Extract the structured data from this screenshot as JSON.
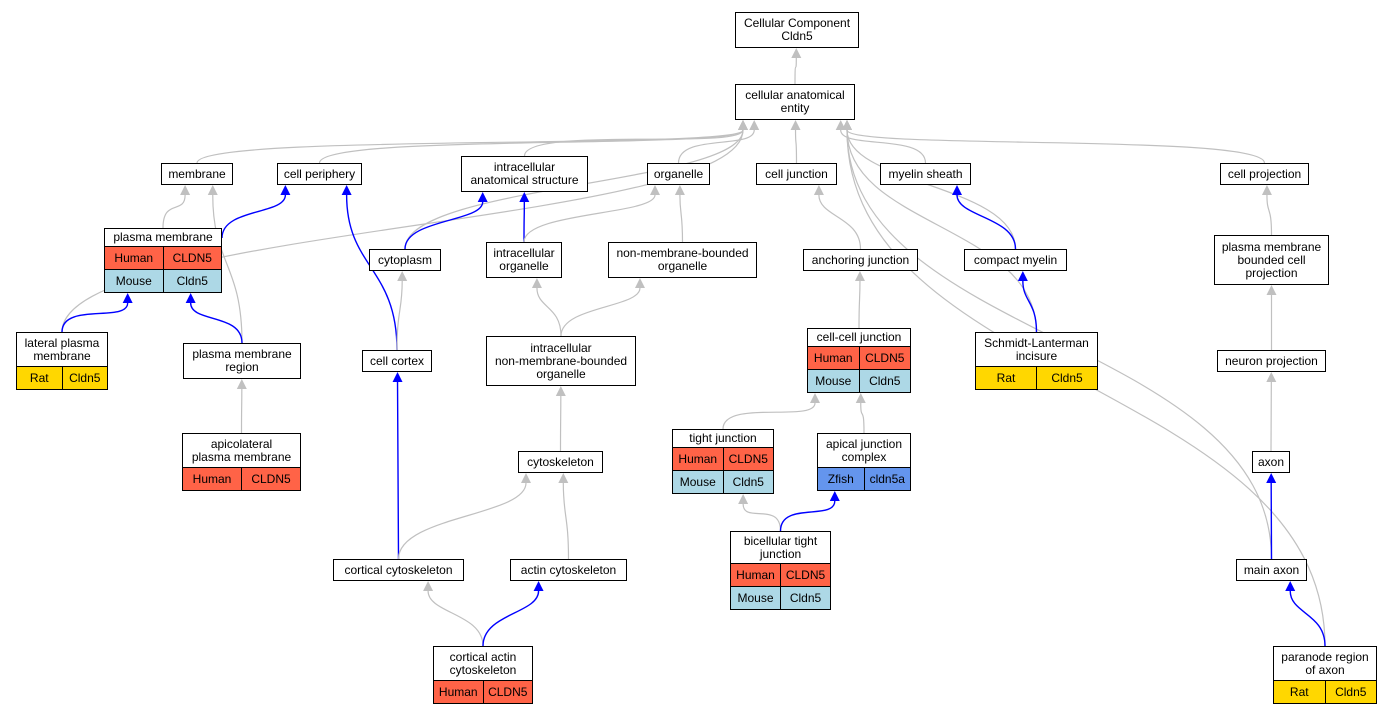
{
  "species_colors": {
    "Human": "#ff6347",
    "Mouse": "#add8e6",
    "Rat": "#ffd700",
    "Zfish": "#6495ed"
  },
  "edge_colors": {
    "is_a": "#c0c0c0",
    "part_of": "#0000ff"
  },
  "nodes": [
    {
      "id": "cc",
      "label": "Cellular Component\nCldn5",
      "rows": []
    },
    {
      "id": "cae",
      "label": "cellular anatomical\nentity",
      "rows": []
    },
    {
      "id": "membrane",
      "label": "membrane",
      "rows": []
    },
    {
      "id": "cellperiph",
      "label": "cell periphery",
      "rows": []
    },
    {
      "id": "ias",
      "label": "intracellular\nanatomical structure",
      "rows": []
    },
    {
      "id": "organelle",
      "label": "organelle",
      "rows": []
    },
    {
      "id": "celljunction",
      "label": "cell junction",
      "rows": []
    },
    {
      "id": "myelin",
      "label": "myelin sheath",
      "rows": []
    },
    {
      "id": "cellproj",
      "label": "cell projection",
      "rows": []
    },
    {
      "id": "pm",
      "label": "plasma membrane",
      "rows": [
        [
          "Human",
          "CLDN5"
        ],
        [
          "Mouse",
          "Cldn5"
        ]
      ]
    },
    {
      "id": "cytoplasm",
      "label": "cytoplasm",
      "rows": []
    },
    {
      "id": "intorg",
      "label": "intracellular\norganelle",
      "rows": []
    },
    {
      "id": "nmbo",
      "label": "non-membrane-bounded\norganelle",
      "rows": []
    },
    {
      "id": "anchor",
      "label": "anchoring junction",
      "rows": []
    },
    {
      "id": "compact",
      "label": "compact myelin",
      "rows": []
    },
    {
      "id": "pmbcp",
      "label": "plasma membrane\nbounded cell\nprojection",
      "rows": []
    },
    {
      "id": "lpm",
      "label": "lateral plasma\nmembrane",
      "rows": [
        [
          "Rat",
          "Cldn5"
        ]
      ]
    },
    {
      "id": "pmr",
      "label": "plasma membrane\nregion",
      "rows": []
    },
    {
      "id": "cortex",
      "label": "cell cortex",
      "rows": []
    },
    {
      "id": "inmbo",
      "label": "intracellular\nnon-membrane-bounded\norganelle",
      "rows": []
    },
    {
      "id": "ccj",
      "label": "cell-cell junction",
      "rows": [
        [
          "Human",
          "CLDN5"
        ],
        [
          "Mouse",
          "Cldn5"
        ]
      ]
    },
    {
      "id": "sli",
      "label": "Schmidt-Lanterman\nincisure",
      "rows": [
        [
          "Rat",
          "Cldn5"
        ]
      ]
    },
    {
      "id": "neuronproj",
      "label": "neuron projection",
      "rows": []
    },
    {
      "id": "apm",
      "label": "apicolateral\nplasma membrane",
      "rows": [
        [
          "Human",
          "CLDN5"
        ]
      ]
    },
    {
      "id": "tj",
      "label": "tight junction",
      "rows": [
        [
          "Human",
          "CLDN5"
        ],
        [
          "Mouse",
          "Cldn5"
        ]
      ]
    },
    {
      "id": "ajc",
      "label": "apical junction\ncomplex",
      "rows": [
        [
          "Zfish",
          "cldn5a"
        ]
      ]
    },
    {
      "id": "cytoskel",
      "label": "cytoskeleton",
      "rows": []
    },
    {
      "id": "axon",
      "label": "axon",
      "rows": []
    },
    {
      "id": "btj",
      "label": "bicellular tight\njunction",
      "rows": [
        [
          "Human",
          "CLDN5"
        ],
        [
          "Mouse",
          "Cldn5"
        ]
      ]
    },
    {
      "id": "cortcyto",
      "label": "cortical cytoskeleton",
      "rows": []
    },
    {
      "id": "actin",
      "label": "actin cytoskeleton",
      "rows": []
    },
    {
      "id": "mainaxon",
      "label": "main axon",
      "rows": []
    },
    {
      "id": "cac",
      "label": "cortical actin\ncytoskeleton",
      "rows": [
        [
          "Human",
          "CLDN5"
        ]
      ]
    },
    {
      "id": "paranode",
      "label": "paranode region\nof axon",
      "rows": [
        [
          "Rat",
          "Cldn5"
        ]
      ]
    }
  ],
  "edges": [
    {
      "from": "cae",
      "to": "cc",
      "type": "is_a"
    },
    {
      "from": "membrane",
      "to": "cae",
      "type": "is_a"
    },
    {
      "from": "cellperiph",
      "to": "cae",
      "type": "is_a"
    },
    {
      "from": "ias",
      "to": "cae",
      "type": "is_a"
    },
    {
      "from": "organelle",
      "to": "cae",
      "type": "is_a"
    },
    {
      "from": "celljunction",
      "to": "cae",
      "type": "is_a"
    },
    {
      "from": "myelin",
      "to": "cae",
      "type": "is_a"
    },
    {
      "from": "cellproj",
      "to": "cae",
      "type": "is_a"
    },
    {
      "from": "lpm",
      "to": "cae",
      "type": "is_a"
    },
    {
      "from": "cytoplasm",
      "to": "cae",
      "type": "is_a"
    },
    {
      "from": "compact",
      "to": "cae",
      "type": "is_a"
    },
    {
      "from": "sli",
      "to": "cae",
      "type": "is_a"
    },
    {
      "from": "mainaxon",
      "to": "cae",
      "type": "is_a"
    },
    {
      "from": "paranode",
      "to": "cae",
      "type": "is_a"
    },
    {
      "from": "pm",
      "to": "membrane",
      "type": "is_a"
    },
    {
      "from": "pmr",
      "to": "membrane",
      "type": "is_a"
    },
    {
      "from": "pm",
      "to": "cellperiph",
      "type": "part_of"
    },
    {
      "from": "cortex",
      "to": "cellperiph",
      "type": "part_of"
    },
    {
      "from": "cytoplasm",
      "to": "ias",
      "type": "part_of"
    },
    {
      "from": "intorg",
      "to": "ias",
      "type": "part_of"
    },
    {
      "from": "intorg",
      "to": "organelle",
      "type": "is_a"
    },
    {
      "from": "nmbo",
      "to": "organelle",
      "type": "is_a"
    },
    {
      "from": "anchor",
      "to": "celljunction",
      "type": "is_a"
    },
    {
      "from": "compact",
      "to": "myelin",
      "type": "part_of"
    },
    {
      "from": "pmbcp",
      "to": "cellproj",
      "type": "is_a"
    },
    {
      "from": "lpm",
      "to": "pm",
      "type": "part_of"
    },
    {
      "from": "pmr",
      "to": "pm",
      "type": "part_of"
    },
    {
      "from": "cortex",
      "to": "cytoplasm",
      "type": "is_a"
    },
    {
      "from": "inmbo",
      "to": "intorg",
      "type": "is_a"
    },
    {
      "from": "inmbo",
      "to": "nmbo",
      "type": "is_a"
    },
    {
      "from": "ccj",
      "to": "anchor",
      "type": "is_a"
    },
    {
      "from": "sli",
      "to": "compact",
      "type": "part_of"
    },
    {
      "from": "neuronproj",
      "to": "pmbcp",
      "type": "is_a"
    },
    {
      "from": "apm",
      "to": "pmr",
      "type": "is_a"
    },
    {
      "from": "cytoskel",
      "to": "inmbo",
      "type": "is_a"
    },
    {
      "from": "tj",
      "to": "ccj",
      "type": "is_a"
    },
    {
      "from": "ajc",
      "to": "ccj",
      "type": "is_a"
    },
    {
      "from": "axon",
      "to": "neuronproj",
      "type": "is_a"
    },
    {
      "from": "cortcyto",
      "to": "cortex",
      "type": "part_of"
    },
    {
      "from": "cortcyto",
      "to": "cytoskel",
      "type": "is_a"
    },
    {
      "from": "actin",
      "to": "cytoskel",
      "type": "is_a"
    },
    {
      "from": "btj",
      "to": "tj",
      "type": "is_a"
    },
    {
      "from": "btj",
      "to": "ajc",
      "type": "part_of"
    },
    {
      "from": "mainaxon",
      "to": "axon",
      "type": "part_of"
    },
    {
      "from": "cac",
      "to": "cortcyto",
      "type": "is_a"
    },
    {
      "from": "cac",
      "to": "actin",
      "type": "part_of"
    },
    {
      "from": "paranode",
      "to": "mainaxon",
      "type": "part_of"
    }
  ]
}
